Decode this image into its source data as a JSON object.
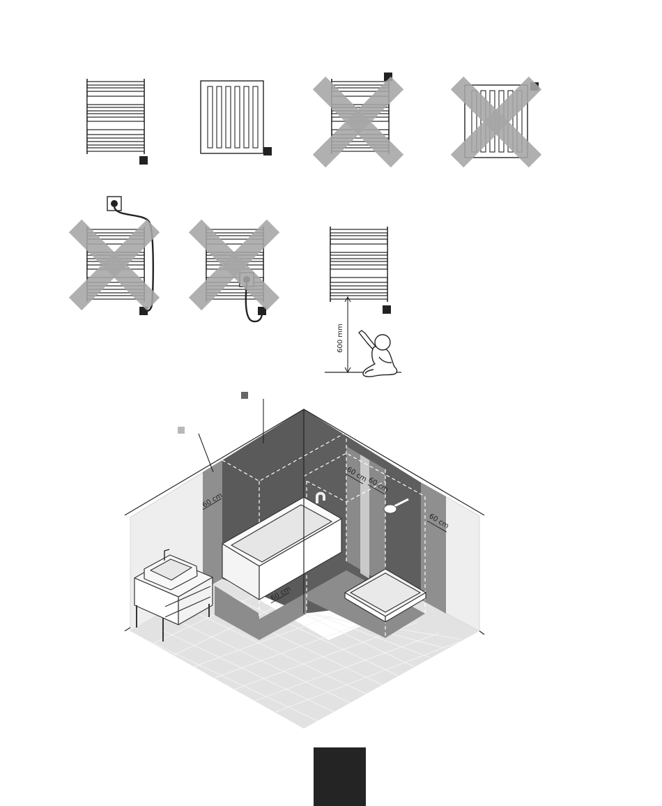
{
  "labels": {
    "height_dimension": "600 mm",
    "zone_clearance": "60 cm"
  },
  "colors": {
    "cross": "#a6a6a6",
    "zone_dark": "#5a5a5a",
    "zone_medium": "#8a8a8a",
    "zone_light": "#c8c8c8",
    "floor": "#e2e2e2",
    "wall": "#eeeeee",
    "connector": "#222222",
    "page_block": "#242424"
  },
  "legend": [
    {
      "name": "legend-square-dark",
      "color": "#666666"
    },
    {
      "name": "legend-square-light",
      "color": "#b8b8b8"
    }
  ],
  "installations": [
    {
      "name": "towel-rail-bottom-right-connector",
      "status": "allowed"
    },
    {
      "name": "panel-radiator-side-connector",
      "status": "allowed"
    },
    {
      "name": "towel-rail-top-connector",
      "status": "not-allowed"
    },
    {
      "name": "panel-radiator-top-connector",
      "status": "not-allowed"
    },
    {
      "name": "towel-rail-wall-socket-above",
      "status": "not-allowed"
    },
    {
      "name": "towel-rail-socket-behind",
      "status": "not-allowed"
    },
    {
      "name": "towel-rail-child-height",
      "status": "allowed"
    }
  ]
}
